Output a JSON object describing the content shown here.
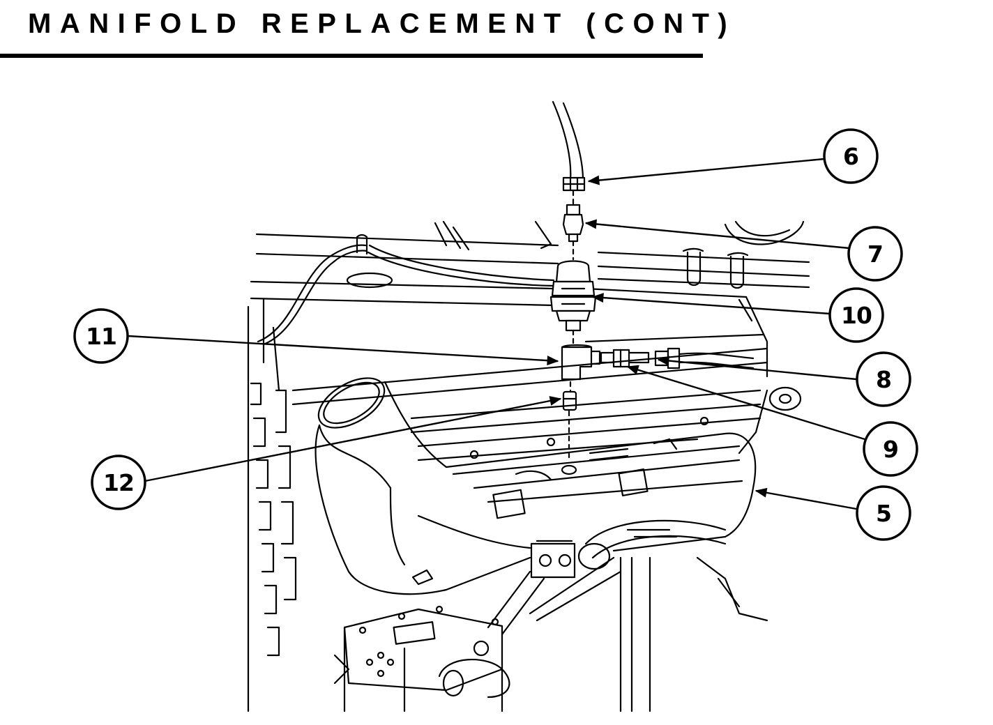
{
  "header": {
    "title": "MANIFOLD REPLACEMENT (CONT)"
  },
  "figure": {
    "callouts": [
      {
        "id": "6",
        "label": "6"
      },
      {
        "id": "7",
        "label": "7"
      },
      {
        "id": "10",
        "label": "10"
      },
      {
        "id": "11",
        "label": "11"
      },
      {
        "id": "8",
        "label": "8"
      },
      {
        "id": "9",
        "label": "9"
      },
      {
        "id": "12",
        "label": "12"
      },
      {
        "id": "5",
        "label": "5"
      }
    ]
  },
  "colors": {
    "ink": "#000000",
    "paper": "#ffffff"
  }
}
